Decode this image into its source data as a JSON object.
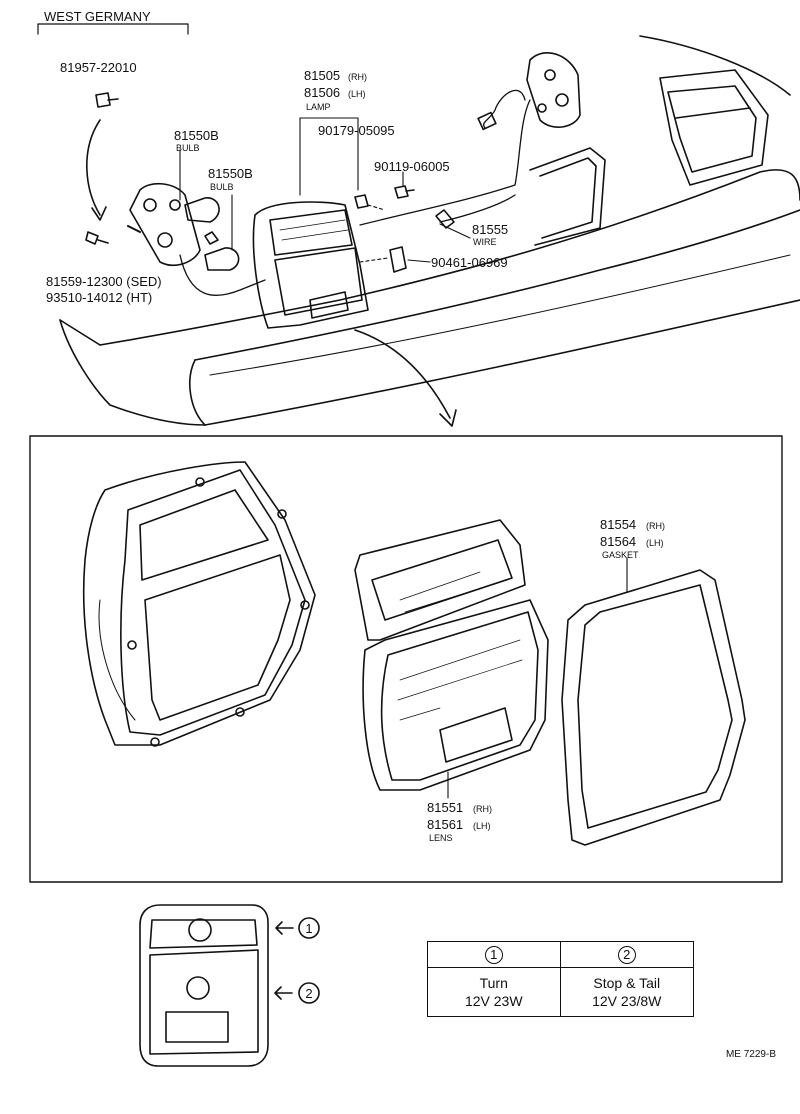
{
  "header": {
    "region": "WEST GERMANY"
  },
  "callouts": {
    "screw_top": "81957-22010",
    "lamp_rh": "81505",
    "lamp_lh": "81506",
    "rh": "(RH)",
    "lh": "(LH)",
    "lamp_word": "LAMP",
    "bulb1": "81550B",
    "bulb2": "81550B",
    "bulb_word": "BULB",
    "nut": "90179-05095",
    "bolt": "90119-06005",
    "wire": "81555",
    "wire_word": "WIRE",
    "clip": "90461-06969",
    "screw_sed": "81559-12300 (SED)",
    "screw_ht": "93510-14012 (HT)",
    "gasket_rh": "81554",
    "gasket_lh": "81564",
    "gasket_word": "GASKET",
    "lens_rh": "81551",
    "lens_lh": "81561",
    "lens_word": "LENS"
  },
  "legend": {
    "marker1": "1",
    "marker2": "2",
    "col1_head": "1",
    "col2_head": "2",
    "col1_func": "Turn",
    "col1_spec": "12V  23W",
    "col2_func": "Stop & Tail",
    "col2_spec": "12V  23/8W"
  },
  "figure_ref": "ME 7229-B"
}
